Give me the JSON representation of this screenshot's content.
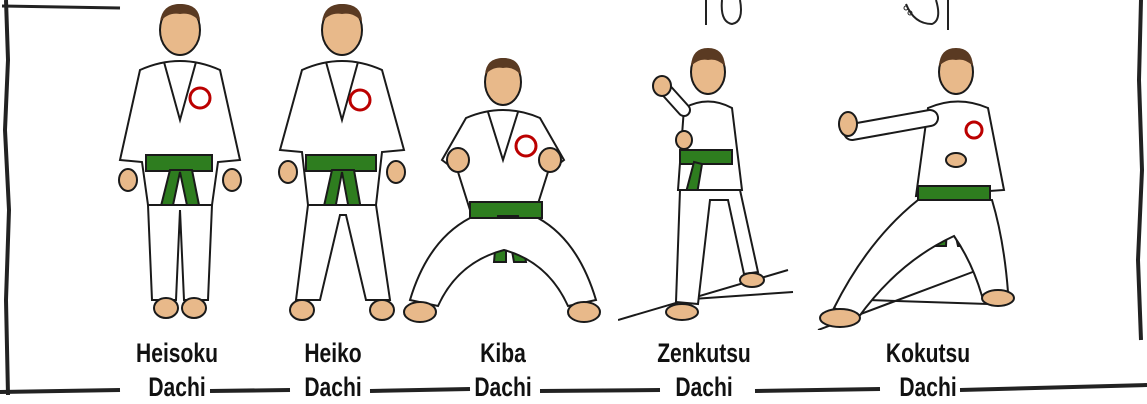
{
  "stances": [
    {
      "id": "heisoku",
      "line1": "Heisoku",
      "line2": "Dachi"
    },
    {
      "id": "heiko",
      "line1": "Heiko",
      "line2": "Dachi"
    },
    {
      "id": "kiba",
      "line1": "Kiba",
      "line2": "Dachi"
    },
    {
      "id": "zenkutsu",
      "line1": "Zenkutsu",
      "line2": "Dachi"
    },
    {
      "id": "kokutsu",
      "line1": "Kokutsu",
      "line2": "Dachi"
    }
  ],
  "colors": {
    "gi": "#ffffff",
    "gi_shadow": "#d9d9d9",
    "outline": "#1a1a1a",
    "belt": "#2e7d1f",
    "belt_dark": "#1f5c14",
    "skin": "#e8b98a",
    "hair": "#5a3a22",
    "frame": "#222222"
  }
}
